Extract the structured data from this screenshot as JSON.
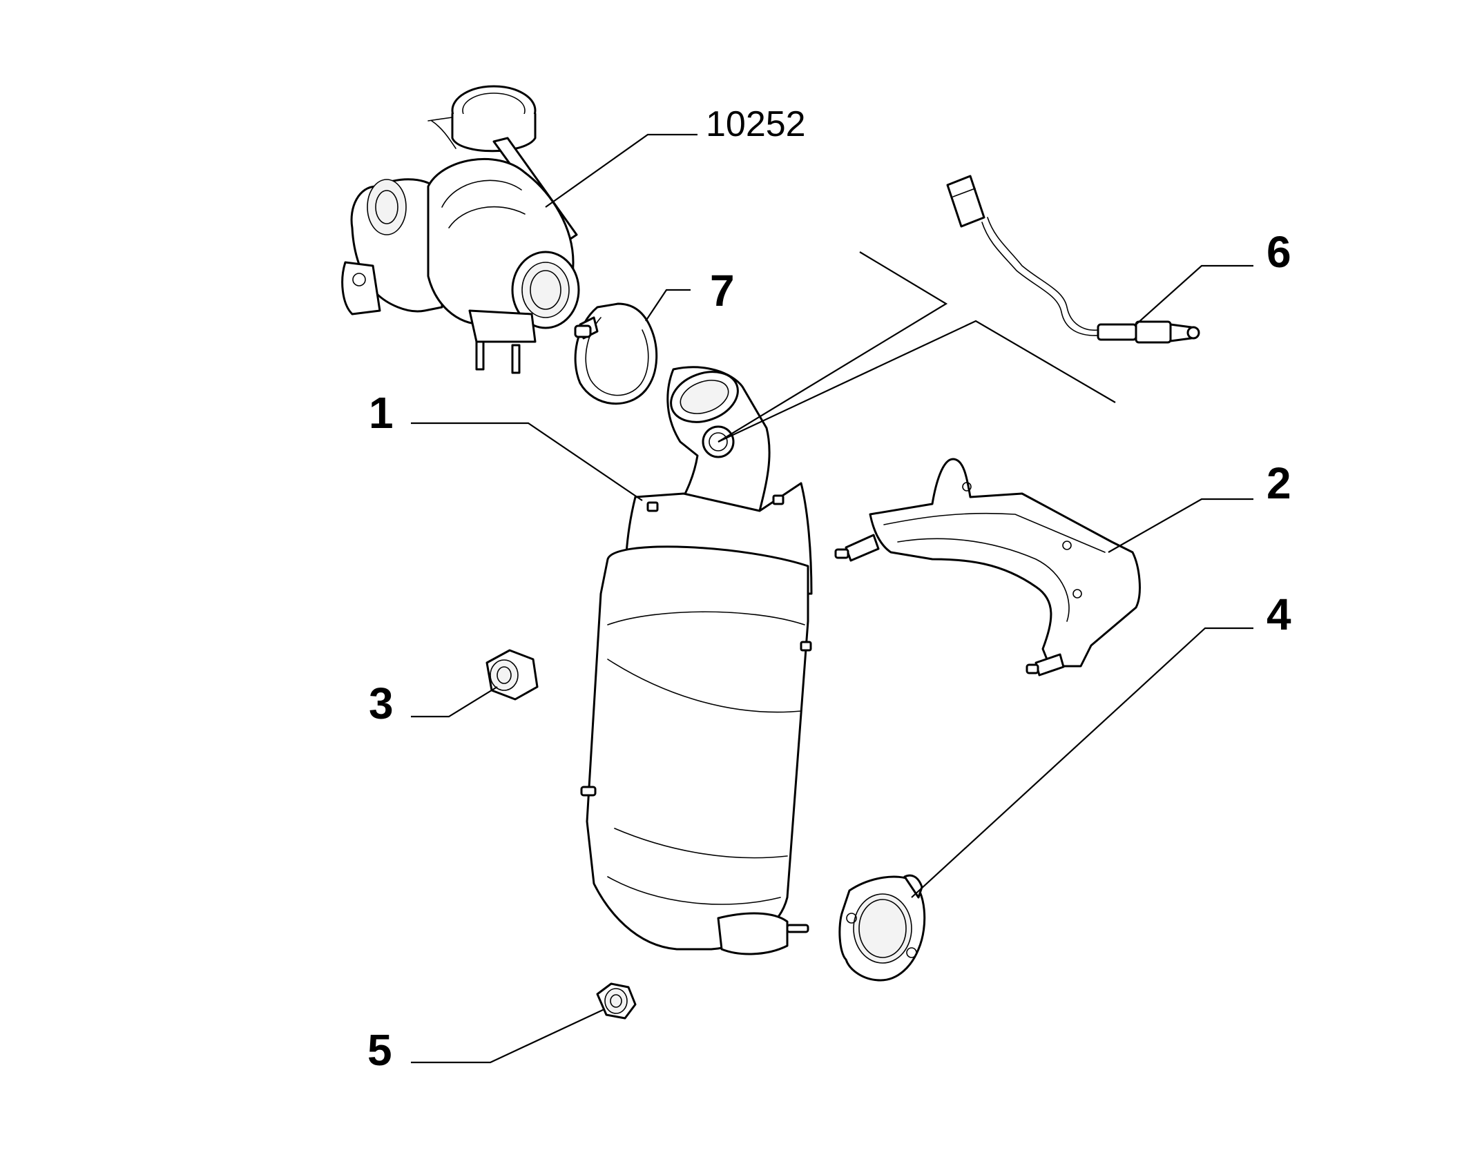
{
  "diagram": {
    "callouts": {
      "p1": "1",
      "p2": "2",
      "p3": "3",
      "p4": "4",
      "p5": "5",
      "p6": "6",
      "p7": "7",
      "turbo": "10252"
    }
  }
}
